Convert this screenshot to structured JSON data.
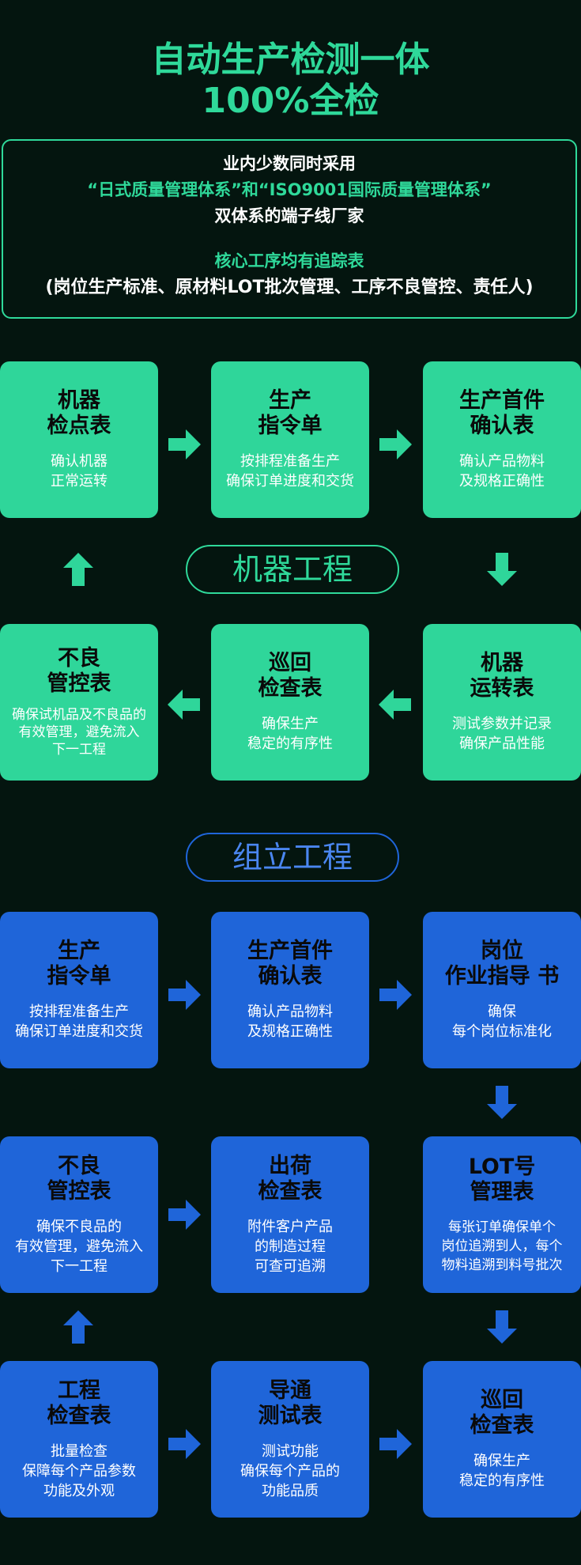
{
  "colors": {
    "background": "#04150f",
    "green": "#2fd69a",
    "blue": "#1f65d9"
  },
  "header": {
    "title_line1": "自动生产检测一体",
    "title_line2": "100%全检"
  },
  "intro": {
    "line1": "业内少数同时采用",
    "line2": "“日式质量管理体系”和“ISO9001国际质量管理体系”",
    "line3": "双体系的端子线厂家",
    "line4": "核心工序均有追踪表",
    "line5": "(岗位生产标准、原材料LOT批次管理、工序不良管控、责任人)"
  },
  "machine": {
    "label": "机器工程",
    "boxes": [
      {
        "title": "机器\n检点表",
        "desc": "确认机器\n正常运转"
      },
      {
        "title": "生产\n指令单",
        "desc": "按排程准备生产\n确保订单进度和交货"
      },
      {
        "title": "生产首件\n确认表",
        "desc": "确认产品物料\n及规格正确性"
      },
      {
        "title": "不良\n管控表",
        "desc": "确保试机品及不良品的\n有效管理，避免流入\n下一工程"
      },
      {
        "title": "巡回\n检查表",
        "desc": "确保生产\n稳定的有序性"
      },
      {
        "title": "机器\n运转表",
        "desc": "测试参数并记录\n确保产品性能"
      }
    ]
  },
  "assembly": {
    "label": "组立工程",
    "boxes": [
      {
        "title": "生产\n指令单",
        "desc": "按排程准备生产\n确保订单进度和交货"
      },
      {
        "title": "生产首件\n确认表",
        "desc": "确认产品物料\n及规格正确性"
      },
      {
        "title": "岗位\n作业指导 书",
        "desc": "确保\n每个岗位标准化"
      },
      {
        "title": "不良\n管控表",
        "desc": "确保不良品的\n有效管理，避免流入\n下一工程"
      },
      {
        "title": "出荷\n检查表",
        "desc": "附件客户产品\n的制造过程\n可查可追溯"
      },
      {
        "title": "LOT号\n管理表",
        "desc": "每张订单确保单个\n岗位追溯到人，每个\n物料追溯到料号批次"
      },
      {
        "title": "工程\n检查表",
        "desc": "批量检查\n保障每个产品参数\n功能及外观"
      },
      {
        "title": "导通\n测试表",
        "desc": "测试功能\n确保每个产品的\n功能品质"
      },
      {
        "title": "巡回\n检查表",
        "desc": "确保生产\n稳定的有序性"
      }
    ]
  }
}
